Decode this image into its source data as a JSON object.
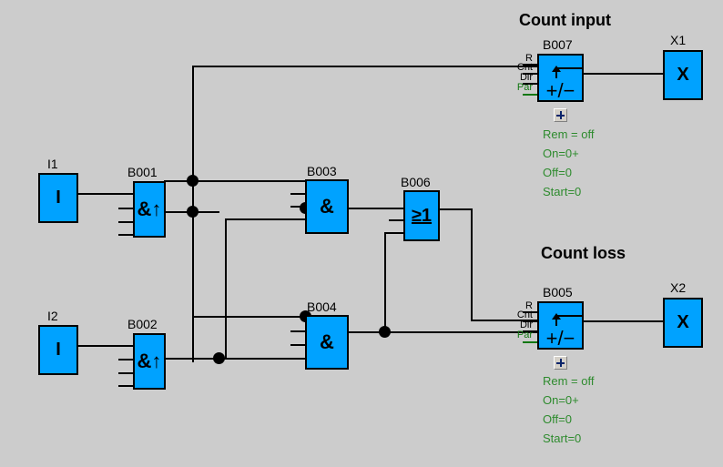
{
  "diagram": {
    "type": "logic-function-block-diagram",
    "background_color": "#cccccc",
    "block_fill_color": "#00a2ff",
    "block_border_color": "#000000",
    "wire_color": "#000000",
    "param_text_color": "#2e8b2e"
  },
  "sections": [
    {
      "title": "Count input"
    },
    {
      "title": "Count loss"
    }
  ],
  "inputs": [
    {
      "name": "I1",
      "glyph": "I"
    },
    {
      "name": "I2",
      "glyph": "I"
    }
  ],
  "outputs": [
    {
      "name": "X1",
      "glyph": "X"
    },
    {
      "name": "X2",
      "glyph": "X"
    }
  ],
  "gates": [
    {
      "name": "B001",
      "glyph": "&↑",
      "kind": "and-edge"
    },
    {
      "name": "B002",
      "glyph": "&↑",
      "kind": "and-edge"
    },
    {
      "name": "B003",
      "glyph": "&",
      "kind": "and"
    },
    {
      "name": "B004",
      "glyph": "&",
      "kind": "and"
    },
    {
      "name": "B006",
      "glyph": "≥1",
      "kind": "or"
    }
  ],
  "counters": [
    {
      "name": "B007",
      "glyph": "+/−",
      "pins": [
        "R",
        "Cnt",
        "Dir",
        "Par"
      ],
      "expand_label": "+",
      "params": [
        "Rem = off",
        "On=0+",
        "Off=0",
        "Start=0"
      ]
    },
    {
      "name": "B005",
      "glyph": "+/−",
      "pins": [
        "R",
        "Cnt",
        "Dir",
        "Par"
      ],
      "expand_label": "+",
      "params": [
        "Rem = off",
        "On=0+",
        "Off=0",
        "Start=0"
      ]
    }
  ]
}
